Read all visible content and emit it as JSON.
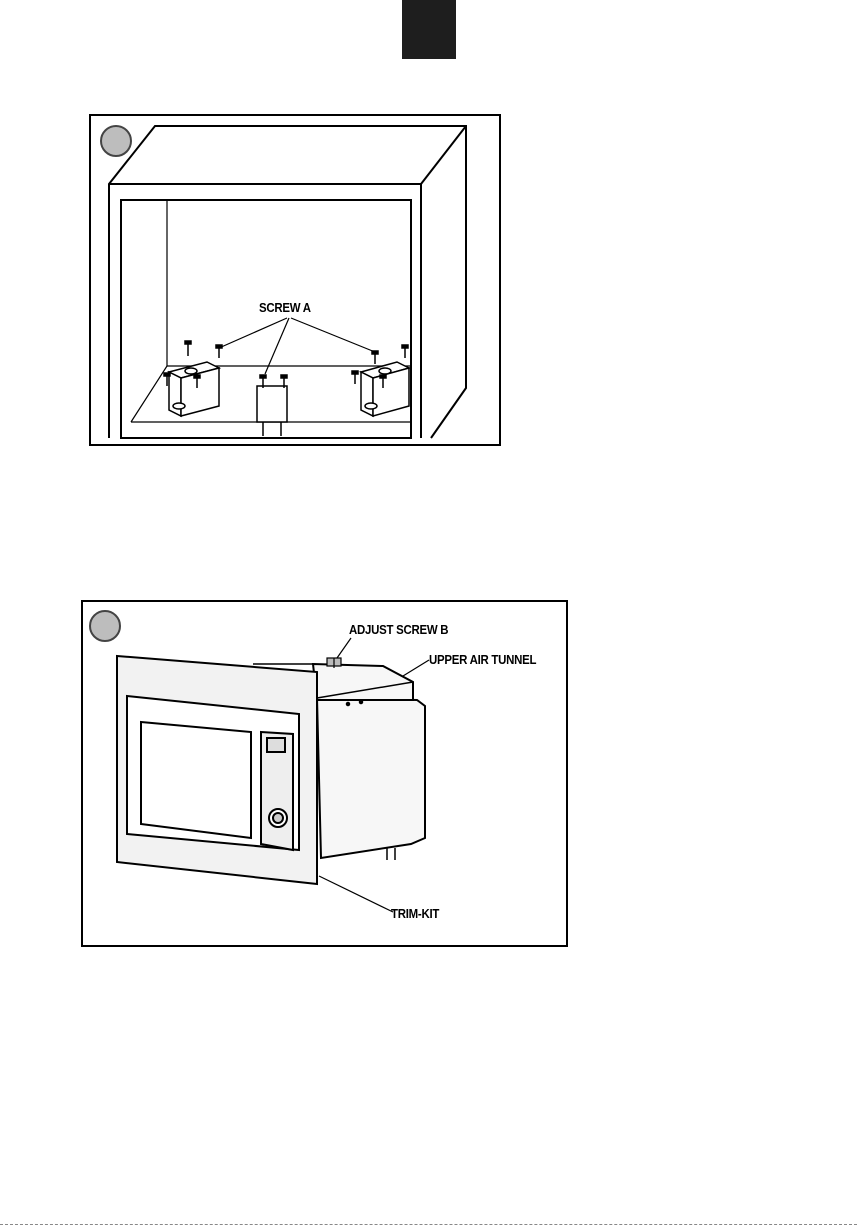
{
  "figure1": {
    "label_screw_a": "SCREW A"
  },
  "figure2": {
    "label_adjust_screw": "ADJUST SCREW B",
    "label_upper_air_tunnel": "UPPER AIR TUNNEL",
    "label_trim_kit": "TRIM-KIT"
  },
  "colors": {
    "tab": "#1e1e1e",
    "circle": "#bdbdbd",
    "line": "#000000"
  }
}
